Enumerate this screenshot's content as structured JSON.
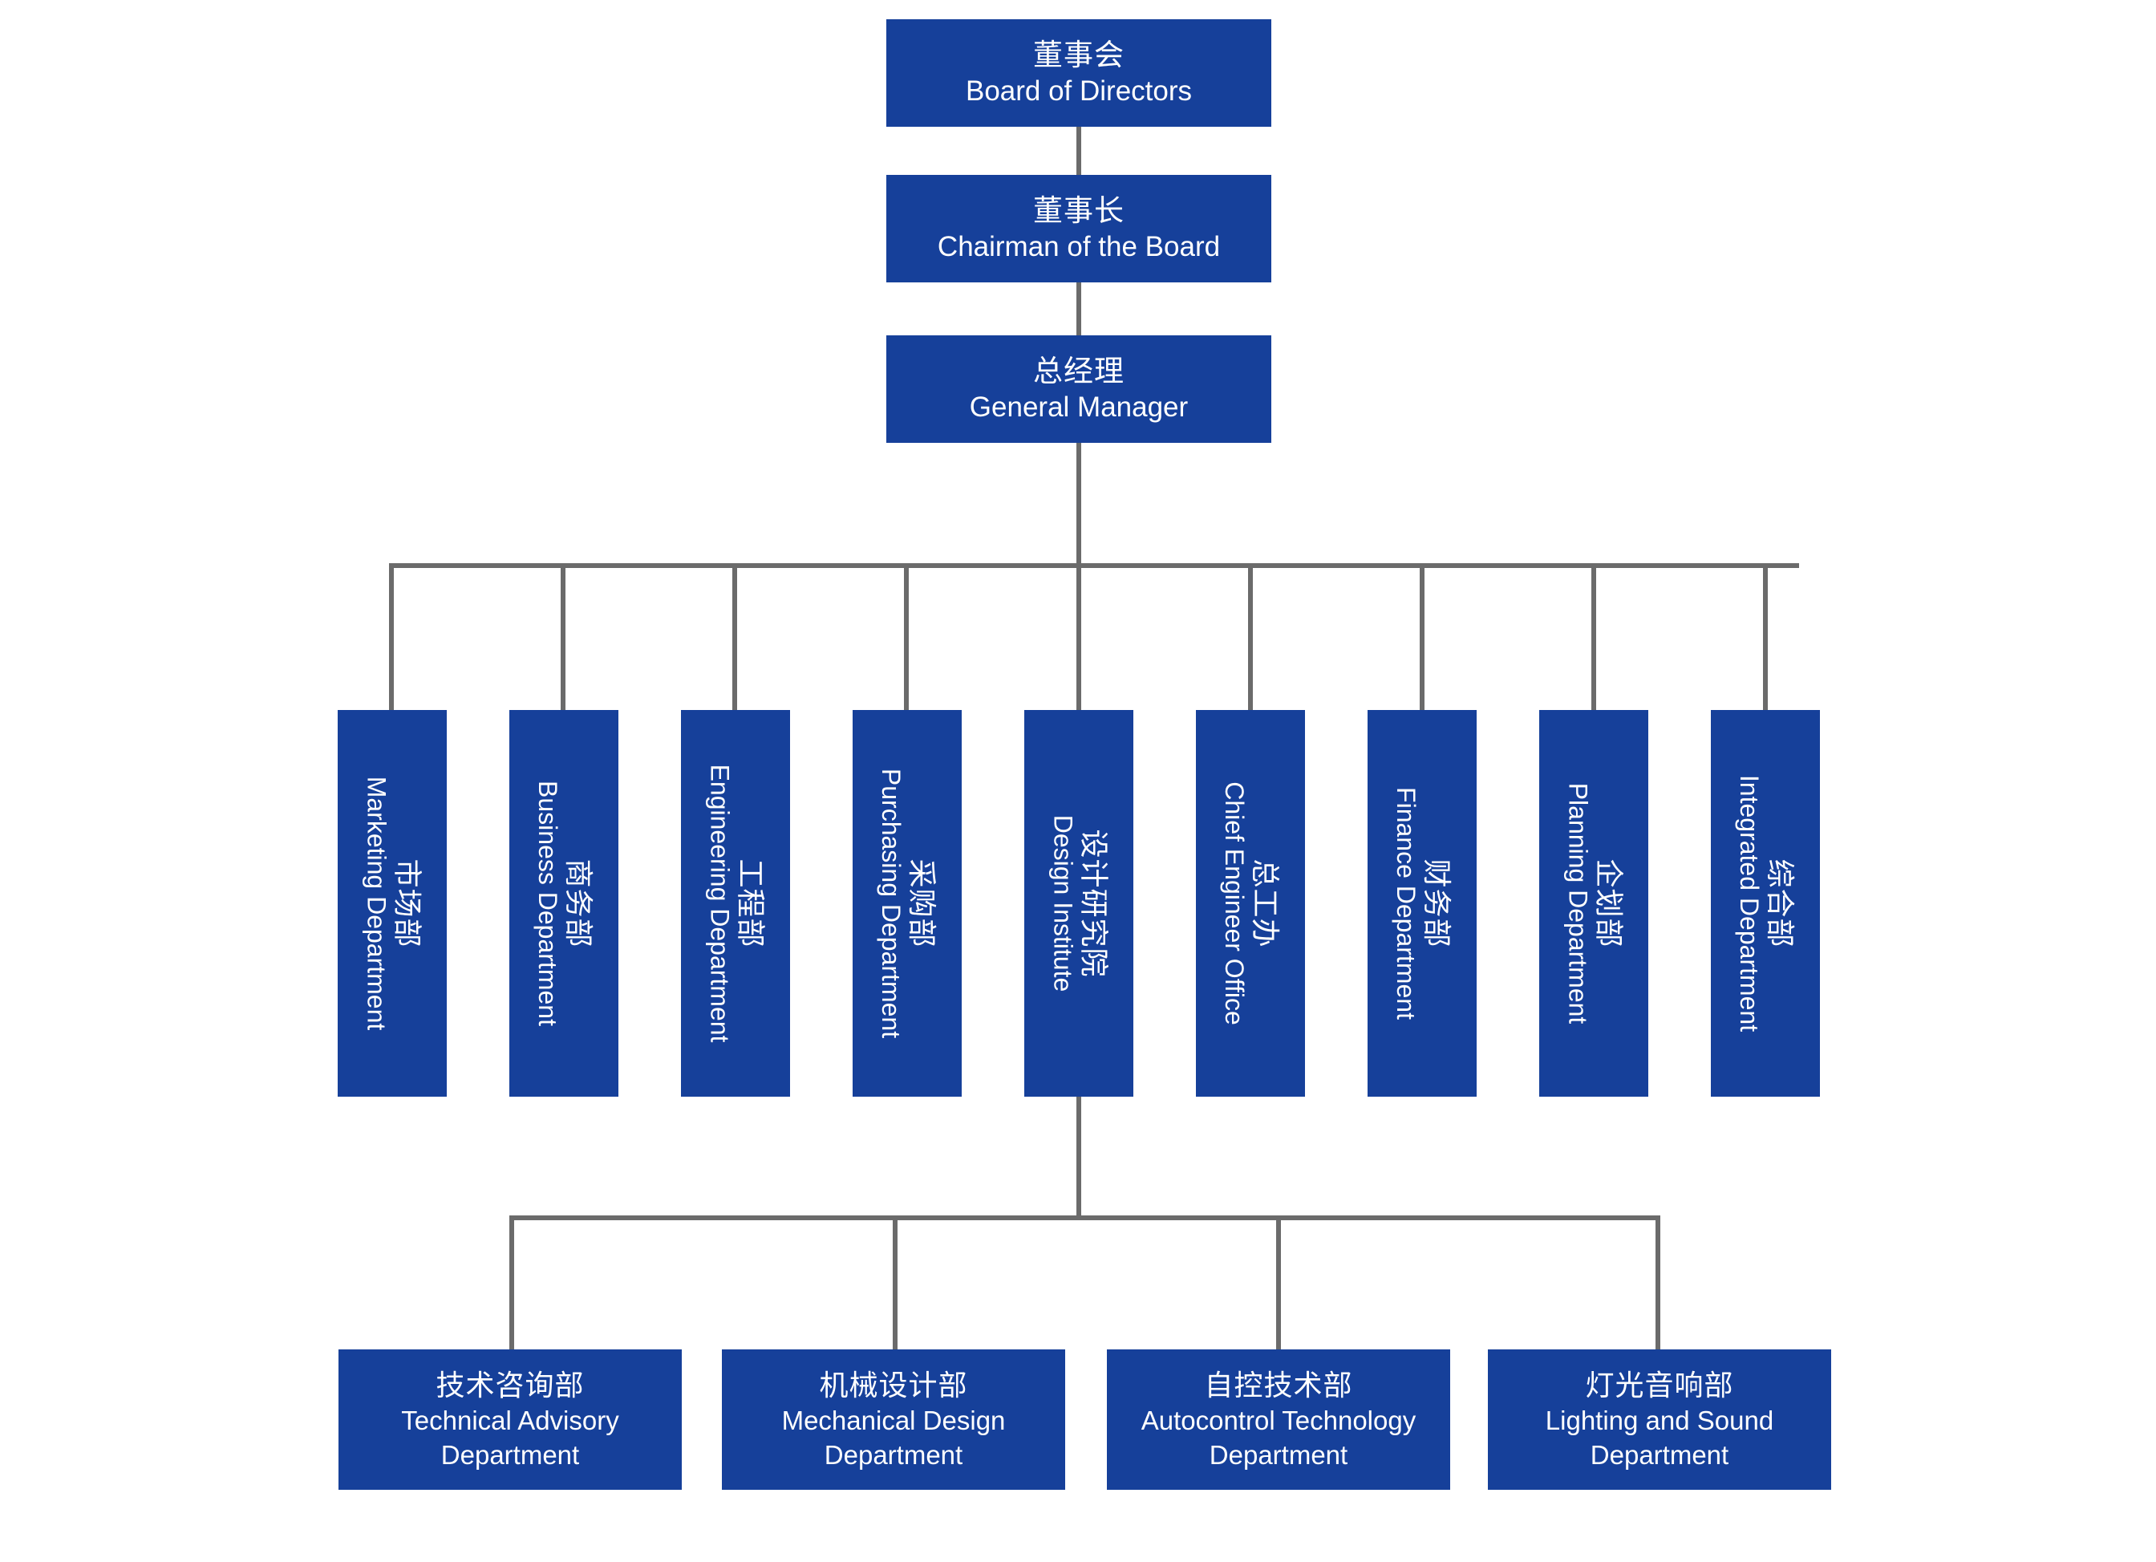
{
  "meta": {
    "chart_type": "organization-chart",
    "box_color": "#16409A",
    "connector_color": "#6B6B6B",
    "text_color": "#FFFFFF",
    "background_color": "#FFFFFF"
  },
  "top_chain": [
    {
      "cn": "董事会",
      "en": "Board of Directors"
    },
    {
      "cn": "董事长",
      "en": "Chairman of the Board"
    },
    {
      "cn": "总经理",
      "en": "General Manager"
    }
  ],
  "departments": [
    {
      "cn": "市场部",
      "en": "Marketing Department"
    },
    {
      "cn": "商务部",
      "en": "Business Department"
    },
    {
      "cn": "工程部",
      "en": "Engineering Department"
    },
    {
      "cn": "采购部",
      "en": "Purchasing Department"
    },
    {
      "cn": "设计研究院",
      "en": "Design Institute"
    },
    {
      "cn": "总工办",
      "en": "Chief Engineer Office"
    },
    {
      "cn": "财务部",
      "en": "Finance Department"
    },
    {
      "cn": "企划部",
      "en": "Planning Department"
    },
    {
      "cn": "综合部",
      "en": "Integrated Department"
    }
  ],
  "sub_departments": [
    {
      "cn": "技术咨询部",
      "en": "Technical Advisory Department"
    },
    {
      "cn": "机械设计部",
      "en": "Mechanical Design Department"
    },
    {
      "cn": "自控技术部",
      "en": "Autocontrol Technology Department"
    },
    {
      "cn": "灯光音响部",
      "en": "Lighting and Sound Department"
    }
  ]
}
